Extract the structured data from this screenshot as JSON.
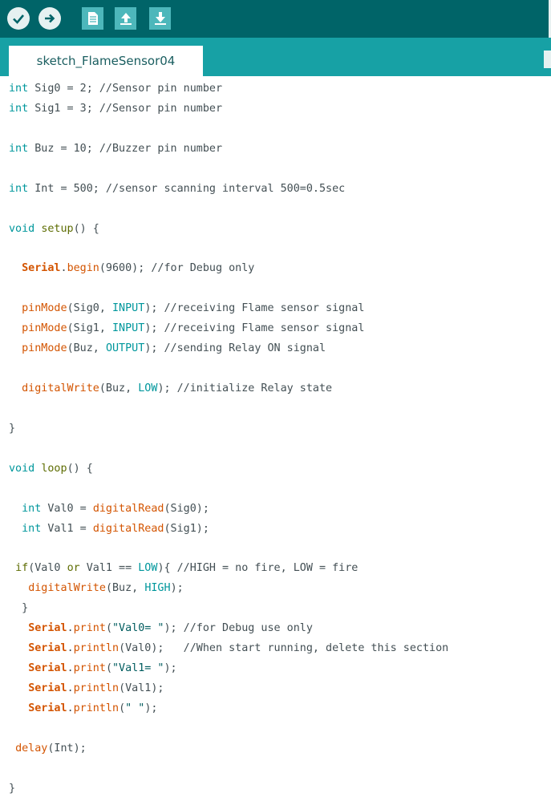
{
  "toolbar": {
    "buttons": [
      {
        "name": "verify",
        "icon": "checkmark-icon"
      },
      {
        "name": "upload",
        "icon": "arrow-right-icon"
      },
      {
        "name": "new",
        "icon": "document-icon"
      },
      {
        "name": "open",
        "icon": "arrow-up-icon"
      },
      {
        "name": "save",
        "icon": "arrow-down-icon"
      }
    ]
  },
  "tabs": [
    {
      "label": "sketch_FlameSensor04"
    }
  ],
  "colors": {
    "toolbar_bg": "#006468",
    "tabbar_bg": "#17a1a5",
    "type_keyword": "#00979c",
    "structure_keyword": "#5e6d03",
    "function": "#d35400",
    "text": "#434f54"
  },
  "code": {
    "lines": [
      [
        {
          "t": "int",
          "c": "kw-type"
        },
        {
          "t": " Sig0 = 2; //Sensor pin number"
        }
      ],
      [
        {
          "t": "int",
          "c": "kw-type"
        },
        {
          "t": " Sig1 = 3; //Sensor pin number"
        }
      ],
      [],
      [
        {
          "t": "int",
          "c": "kw-type"
        },
        {
          "t": " Buz = 10; //Buzzer pin number"
        }
      ],
      [],
      [
        {
          "t": "int",
          "c": "kw-type"
        },
        {
          "t": " Int = 500; //sensor scanning interval 500=0.5sec"
        }
      ],
      [],
      [
        {
          "t": "void",
          "c": "kw-type"
        },
        {
          "t": " "
        },
        {
          "t": "setup",
          "c": "kw-struct"
        },
        {
          "t": "() {"
        }
      ],
      [],
      [
        {
          "t": "  "
        },
        {
          "t": "Serial",
          "c": "fn-bold"
        },
        {
          "t": "."
        },
        {
          "t": "begin",
          "c": "fn"
        },
        {
          "t": "(9600); //for Debug only"
        }
      ],
      [],
      [
        {
          "t": "  "
        },
        {
          "t": "pinMode",
          "c": "fn"
        },
        {
          "t": "(Sig0, "
        },
        {
          "t": "INPUT",
          "c": "const"
        },
        {
          "t": "); //receiving Flame sensor signal"
        }
      ],
      [
        {
          "t": "  "
        },
        {
          "t": "pinMode",
          "c": "fn"
        },
        {
          "t": "(Sig1, "
        },
        {
          "t": "INPUT",
          "c": "const"
        },
        {
          "t": "); //receiving Flame sensor signal"
        }
      ],
      [
        {
          "t": "  "
        },
        {
          "t": "pinMode",
          "c": "fn"
        },
        {
          "t": "(Buz, "
        },
        {
          "t": "OUTPUT",
          "c": "const"
        },
        {
          "t": "); //sending Relay ON signal"
        }
      ],
      [],
      [
        {
          "t": "  "
        },
        {
          "t": "digitalWrite",
          "c": "fn"
        },
        {
          "t": "(Buz, "
        },
        {
          "t": "LOW",
          "c": "const"
        },
        {
          "t": "); //initialize Relay state"
        }
      ],
      [],
      [
        {
          "t": "}"
        }
      ],
      [],
      [
        {
          "t": "void",
          "c": "kw-type"
        },
        {
          "t": " "
        },
        {
          "t": "loop",
          "c": "kw-struct"
        },
        {
          "t": "() {"
        }
      ],
      [],
      [
        {
          "t": "  "
        },
        {
          "t": "int",
          "c": "kw-type"
        },
        {
          "t": " Val0 = "
        },
        {
          "t": "digitalRead",
          "c": "fn"
        },
        {
          "t": "(Sig0);"
        }
      ],
      [
        {
          "t": "  "
        },
        {
          "t": "int",
          "c": "kw-type"
        },
        {
          "t": " Val1 = "
        },
        {
          "t": "digitalRead",
          "c": "fn"
        },
        {
          "t": "(Sig1);"
        }
      ],
      [],
      [
        {
          "t": " "
        },
        {
          "t": "if",
          "c": "kw-struct"
        },
        {
          "t": "(Val0 "
        },
        {
          "t": "or",
          "c": "kw-struct"
        },
        {
          "t": " Val1 == "
        },
        {
          "t": "LOW",
          "c": "const"
        },
        {
          "t": "){ //HIGH = no fire, LOW = fire"
        }
      ],
      [
        {
          "t": "   "
        },
        {
          "t": "digitalWrite",
          "c": "fn"
        },
        {
          "t": "(Buz, "
        },
        {
          "t": "HIGH",
          "c": "const"
        },
        {
          "t": ");"
        }
      ],
      [
        {
          "t": "  }"
        }
      ],
      [
        {
          "t": "   "
        },
        {
          "t": "Serial",
          "c": "fn-bold"
        },
        {
          "t": "."
        },
        {
          "t": "print",
          "c": "fn"
        },
        {
          "t": "("
        },
        {
          "t": "\"Val0= \"",
          "c": "str"
        },
        {
          "t": "); //for Debug use only"
        }
      ],
      [
        {
          "t": "   "
        },
        {
          "t": "Serial",
          "c": "fn-bold"
        },
        {
          "t": "."
        },
        {
          "t": "println",
          "c": "fn"
        },
        {
          "t": "(Val0);   //When start running, delete this section"
        }
      ],
      [
        {
          "t": "   "
        },
        {
          "t": "Serial",
          "c": "fn-bold"
        },
        {
          "t": "."
        },
        {
          "t": "print",
          "c": "fn"
        },
        {
          "t": "("
        },
        {
          "t": "\"Val1= \"",
          "c": "str"
        },
        {
          "t": ");"
        }
      ],
      [
        {
          "t": "   "
        },
        {
          "t": "Serial",
          "c": "fn-bold"
        },
        {
          "t": "."
        },
        {
          "t": "println",
          "c": "fn"
        },
        {
          "t": "(Val1);"
        }
      ],
      [
        {
          "t": "   "
        },
        {
          "t": "Serial",
          "c": "fn-bold"
        },
        {
          "t": "."
        },
        {
          "t": "println",
          "c": "fn"
        },
        {
          "t": "("
        },
        {
          "t": "\" \"",
          "c": "str"
        },
        {
          "t": ");"
        }
      ],
      [],
      [
        {
          "t": " "
        },
        {
          "t": "delay",
          "c": "fn"
        },
        {
          "t": "(Int);"
        }
      ],
      [],
      [
        {
          "t": "}"
        }
      ]
    ]
  }
}
